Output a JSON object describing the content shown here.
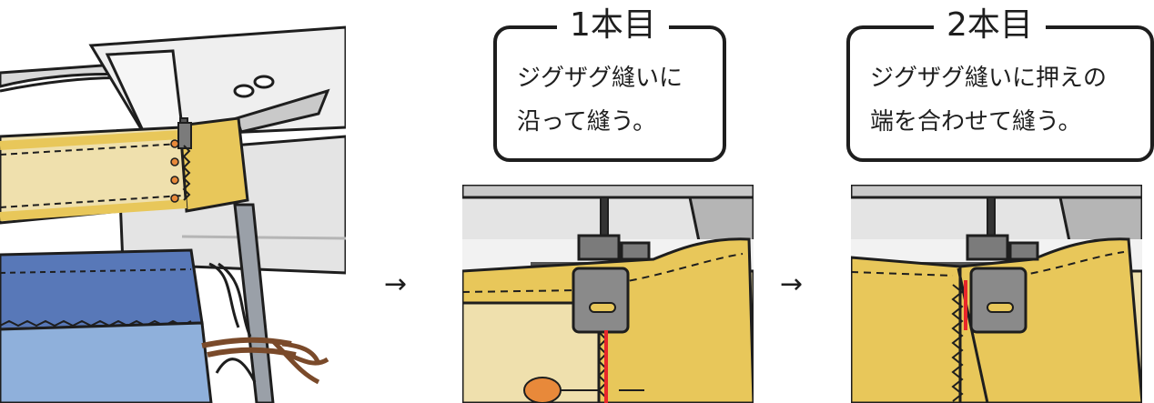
{
  "steps": [
    {
      "title": "1本目",
      "body": "ジグザグ縫いに\n沿って縫う。"
    },
    {
      "title": "2本目",
      "body": "ジグザグ縫いに押えの\n端を合わせて縫う。"
    }
  ],
  "arrows": [
    "→",
    "→"
  ],
  "colors": {
    "outline": "#1e1e1e",
    "fabric_yellow": "#e8c75a",
    "fabric_cream": "#efe0ad",
    "fabric_blue_dark": "#5878b8",
    "fabric_blue_light": "#8fb0db",
    "machine_white": "#efefef",
    "machine_gray": "#c9c9c9",
    "marker_orange": "#e8893a",
    "stitch_red": "#e8262a",
    "cord_brown": "#7a4a2a"
  }
}
